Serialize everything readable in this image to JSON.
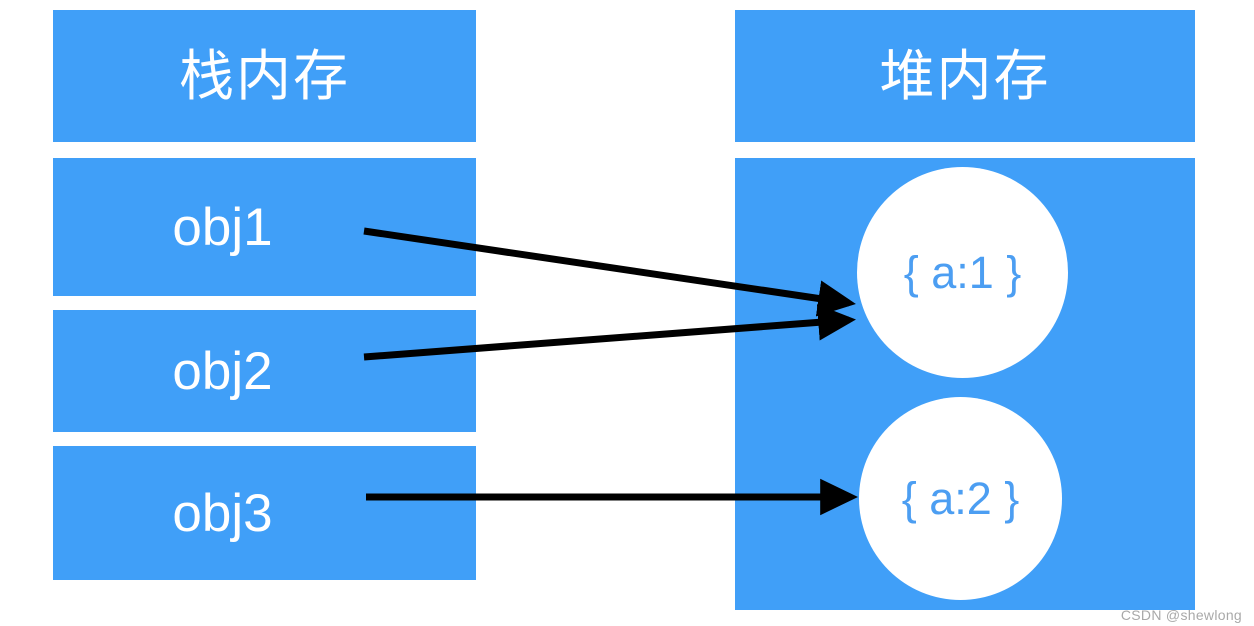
{
  "diagram": {
    "title": "JavaScript stack and heap memory reference diagram",
    "accent_color": "#409ff8",
    "object_text_color": "#4c9ef2",
    "arrow_color": "#000000",
    "background_color": "#ffffff"
  },
  "stack": {
    "header": "栈内存",
    "cells": [
      {
        "label": "obj1"
      },
      {
        "label": "obj2"
      },
      {
        "label": "obj3"
      }
    ]
  },
  "heap": {
    "header": "堆内存",
    "objects": [
      {
        "label": "{ a:1 }"
      },
      {
        "label": "{ a:2 }"
      }
    ]
  },
  "arrows": [
    {
      "from": "obj1",
      "to": "{ a:1 }"
    },
    {
      "from": "obj2",
      "to": "{ a:1 }"
    },
    {
      "from": "obj3",
      "to": "{ a:2 }"
    }
  ],
  "watermark": {
    "text": "CSDN @shewlong"
  }
}
